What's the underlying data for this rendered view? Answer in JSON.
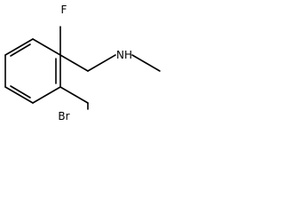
{
  "molecule": {
    "atoms": {
      "fluorine": "F",
      "bromine": "Br",
      "amine": "NH"
    }
  }
}
